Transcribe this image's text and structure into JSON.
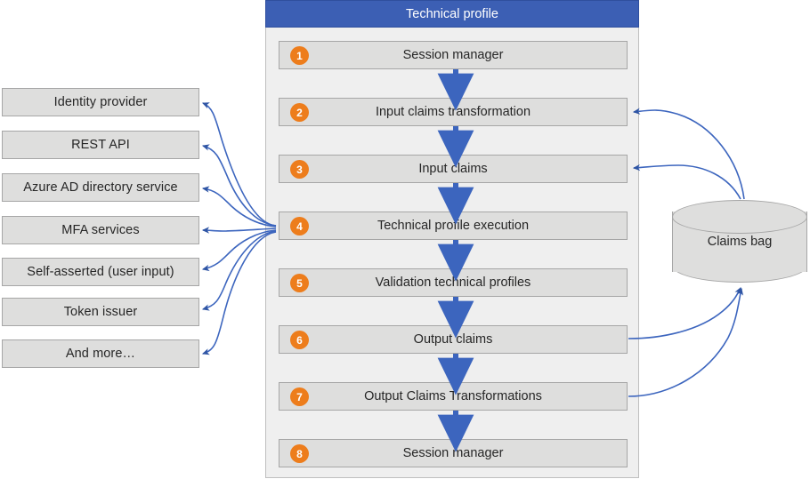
{
  "panel": {
    "title": "Technical profile",
    "header_color": "#3C5FB4",
    "body_color": "#EFEFEF",
    "steps": [
      {
        "number": "1",
        "label": "Session manager"
      },
      {
        "number": "2",
        "label": "Input claims transformation"
      },
      {
        "number": "3",
        "label": "Input claims"
      },
      {
        "number": "4",
        "label": "Technical profile execution"
      },
      {
        "number": "5",
        "label": "Validation technical profiles"
      },
      {
        "number": "6",
        "label": "Output claims"
      },
      {
        "number": "7",
        "label": "Output Claims Transformations"
      },
      {
        "number": "8",
        "label": "Session manager"
      }
    ],
    "badge_color": "#ED7D1C"
  },
  "sources": {
    "items": [
      {
        "label": "Identity provider"
      },
      {
        "label": "REST API"
      },
      {
        "label": "Azure AD directory service"
      },
      {
        "label": "MFA services"
      },
      {
        "label": "Self-asserted (user input)"
      },
      {
        "label": "Token issuer"
      },
      {
        "label": "And more…"
      }
    ],
    "box_color": "#DEDEDD"
  },
  "store": {
    "label": "Claims bag",
    "shape": "cylinder",
    "color": "#DEDEDD"
  },
  "connectors": {
    "color": "#3C5FB4",
    "flow_color": "#3C65BE",
    "flow_arrows": [
      "1-to-2",
      "2-to-3",
      "3-to-4",
      "4-to-5",
      "5-to-6",
      "6-to-7",
      "7-to-8"
    ],
    "fanout_from": "Technical profile execution",
    "fanout_to": [
      "Identity provider",
      "REST API",
      "Azure AD directory service",
      "MFA services",
      "Self-asserted (user input)",
      "Token issuer",
      "And more…"
    ],
    "store_reads": [
      "Input claims transformation",
      "Input claims"
    ],
    "store_writes": [
      "Output claims",
      "Output Claims Transformations"
    ]
  }
}
